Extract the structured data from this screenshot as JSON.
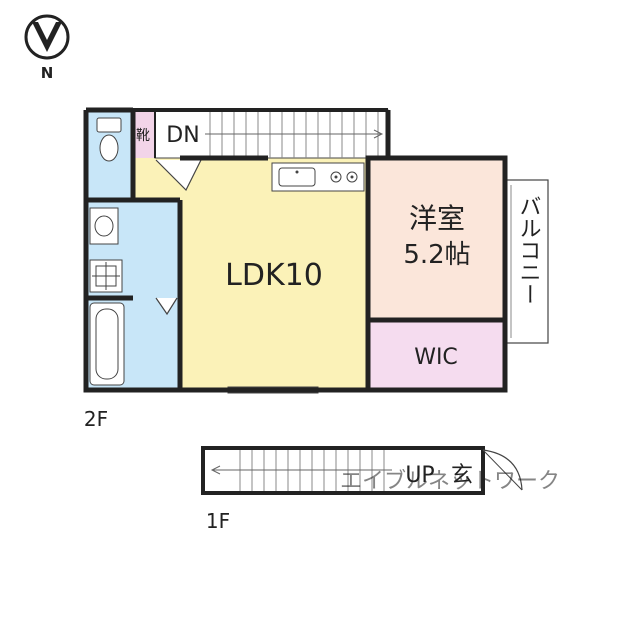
{
  "compass": {
    "label": "N"
  },
  "floors": {
    "second": {
      "label": "2F"
    },
    "first": {
      "label": "1F"
    }
  },
  "rooms": {
    "ldk": {
      "label": "LDK10"
    },
    "western_room": {
      "line1": "洋室",
      "line2": "5.2帖"
    },
    "wic": {
      "label": "WIC"
    },
    "balcony": {
      "label": "バルコニー"
    },
    "shoe_storage": {
      "label": "靴"
    },
    "stairs_down": {
      "label": "DN"
    },
    "stairs_up": {
      "label": "UP"
    },
    "entrance": {
      "label": "玄"
    }
  },
  "watermark": {
    "text": "エイブルネットワーク"
  },
  "colors": {
    "ldk": "#fbf2b8",
    "western_room": "#fbe6da",
    "wic": "#f5dcef",
    "wet_area": "#c8e6f8",
    "shoe_storage": "#f2d4e8",
    "wall": "#222222"
  }
}
